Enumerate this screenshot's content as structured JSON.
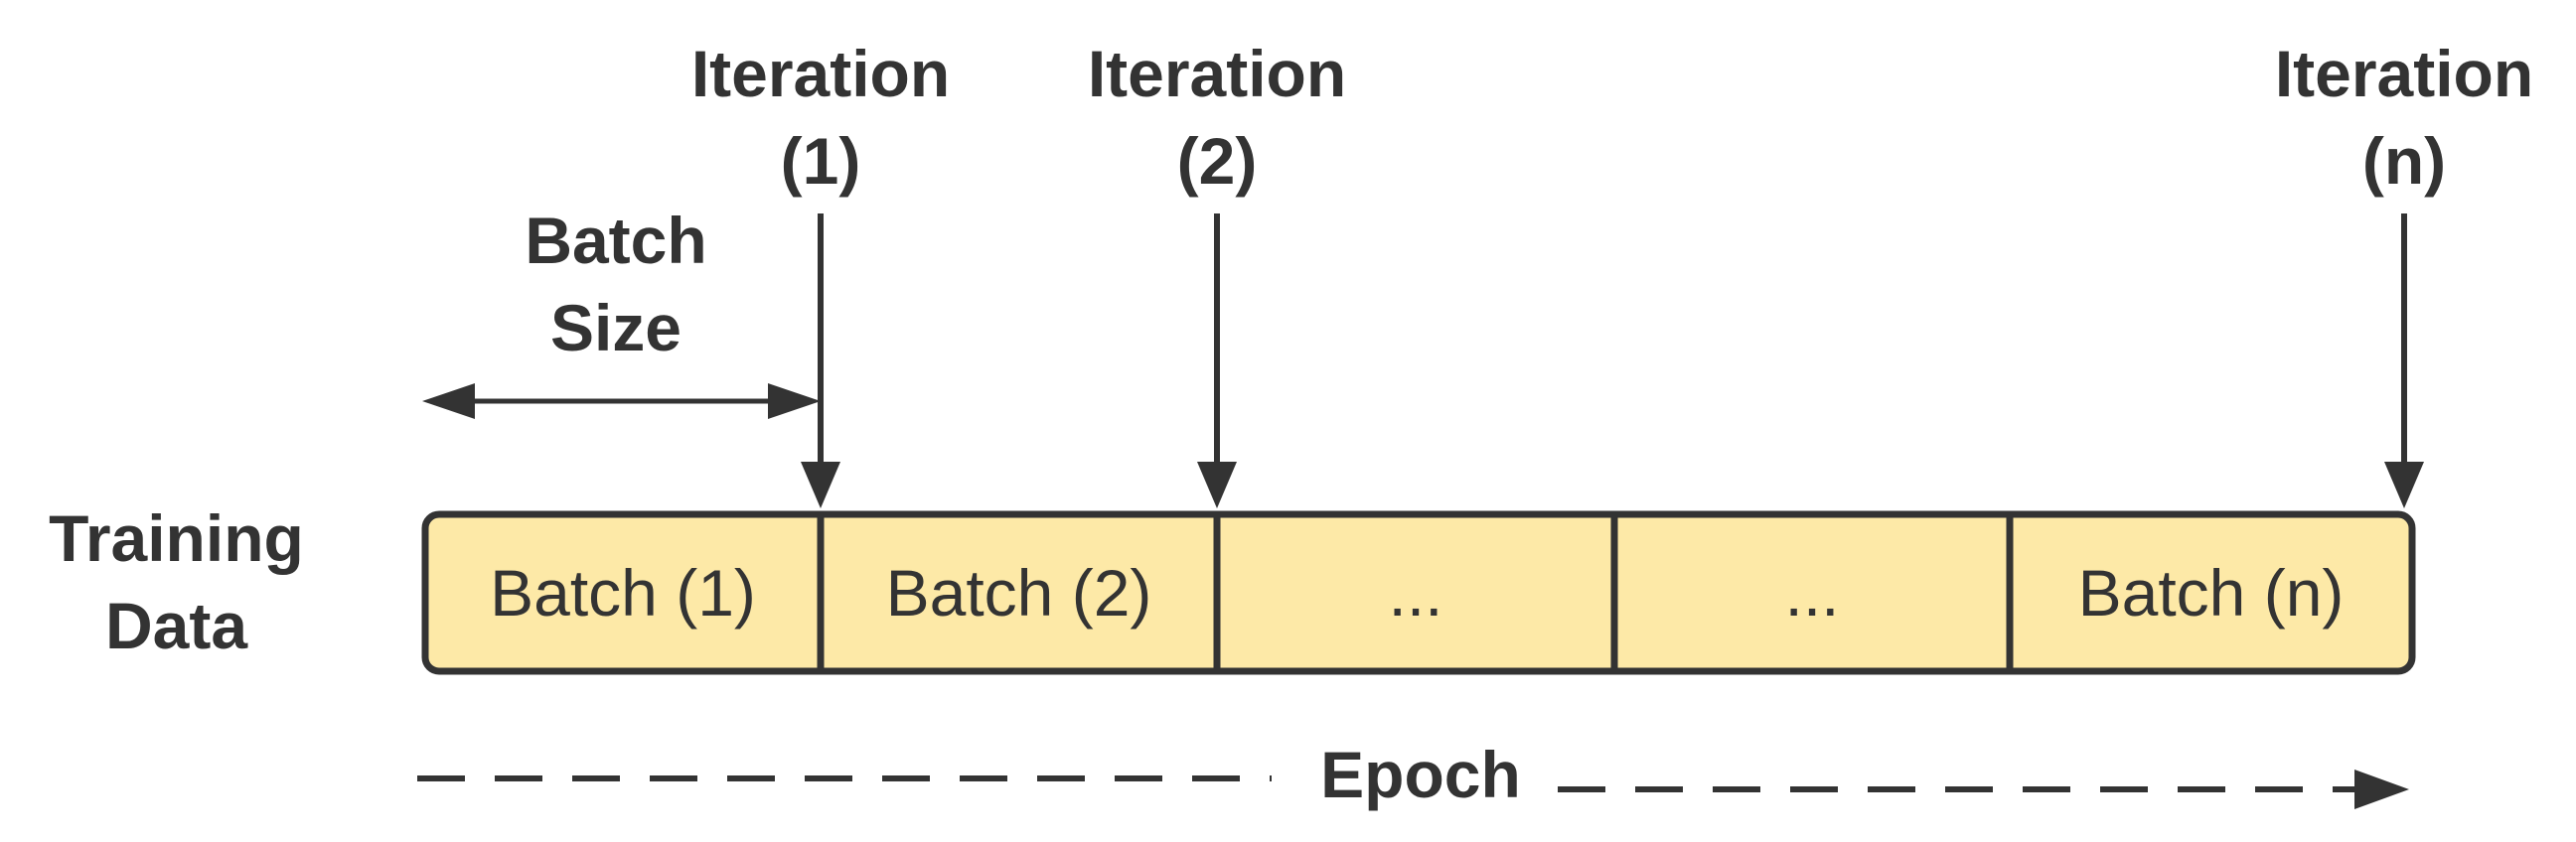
{
  "colors": {
    "batch_fill": "#FDE9A7",
    "stroke": "#333333",
    "text": "#333333"
  },
  "training_data": {
    "line1": "Training",
    "line2": "Data"
  },
  "batch_size": {
    "line1": "Batch",
    "line2": "Size"
  },
  "iterations": [
    {
      "line1": "Iteration",
      "line2": "(1)"
    },
    {
      "line1": "Iteration",
      "line2": "(2)"
    },
    {
      "line1": "Iteration",
      "line2": "(n)"
    }
  ],
  "batches": [
    {
      "label": "Batch (1)"
    },
    {
      "label": "Batch (2)"
    },
    {
      "label": "..."
    },
    {
      "label": "..."
    },
    {
      "label": "Batch (n)"
    }
  ],
  "epoch": {
    "label": "Epoch"
  }
}
